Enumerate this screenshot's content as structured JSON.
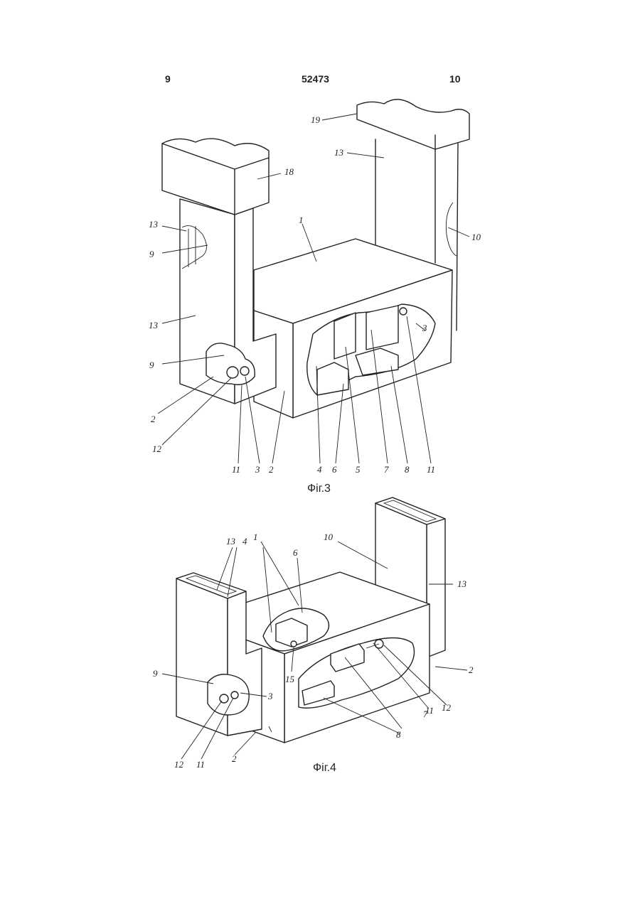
{
  "header": {
    "left_page": "9",
    "patent_number": "52473",
    "right_page": "10"
  },
  "figures": [
    {
      "caption": "Фіг.3",
      "labels": [
        "19",
        "13",
        "18",
        "13",
        "10",
        "9",
        "1",
        "13",
        "3",
        "9",
        "2",
        "12",
        "11",
        "3",
        "2",
        "4",
        "6",
        "5",
        "7",
        "8",
        "11"
      ]
    },
    {
      "caption": "Фіг.4",
      "labels": [
        "13",
        "4",
        "1",
        "6",
        "10",
        "13",
        "9",
        "3",
        "15",
        "2",
        "2",
        "12",
        "11",
        "7",
        "11",
        "12",
        "8"
      ]
    }
  ]
}
